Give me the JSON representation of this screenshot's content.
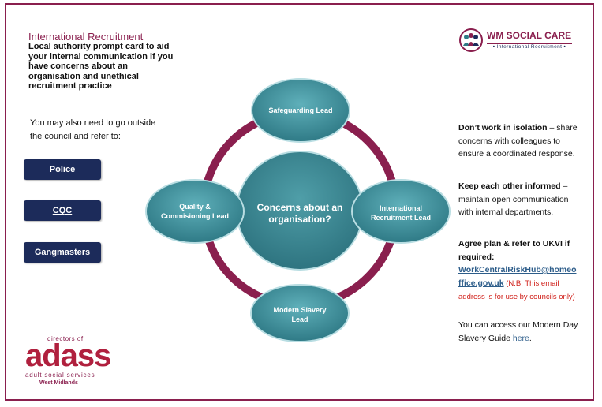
{
  "header": {
    "title": "International Recruitment",
    "subtitle": "Local authority prompt card to aid your internal communication if you have concerns about an organisation and unethical recruitment practice"
  },
  "outside": {
    "text": "You may also need to go outside the council and refer to:",
    "buttons": [
      "Police",
      "CQC",
      "Gangmasters"
    ]
  },
  "diagram": {
    "center": "Concerns about an organisation?",
    "nodes": {
      "top": "Safeguarding Lead",
      "left_line1": "Quality &",
      "left_line2": "Commisioning Lead",
      "right_line1": "International",
      "right_line2": "Recruitment Lead",
      "bottom_line1": "Modern Slavery",
      "bottom_line2": "Lead"
    },
    "colors": {
      "node": "#3a8a96",
      "ring": "#8a1f4e"
    }
  },
  "advice": {
    "isolation_bold": "Don’t work in isolation",
    "isolation_text": " – share concerns with colleagues to ensure a coordinated response.",
    "informed_bold": "Keep each other informed",
    "informed_text": " – maintain open communication with internal departments.",
    "ukvi_bold": "Agree plan & refer to UKVI if required:",
    "email": "WorkCentralRiskHub@homeoffice.gov.uk",
    "email_note": " (N.B. This email address is for use by councils only)",
    "guide_text": "You can access our Modern Day Slavery Guide ",
    "guide_link": "here",
    "guide_end": "."
  },
  "logo_wm": {
    "title": "WM SOCIAL CARE",
    "tagline": "• International Recruitment •"
  },
  "logo_adass": {
    "small": "directors of",
    "big": "adass",
    "sub": "adult social services",
    "region": "West Midlands"
  }
}
